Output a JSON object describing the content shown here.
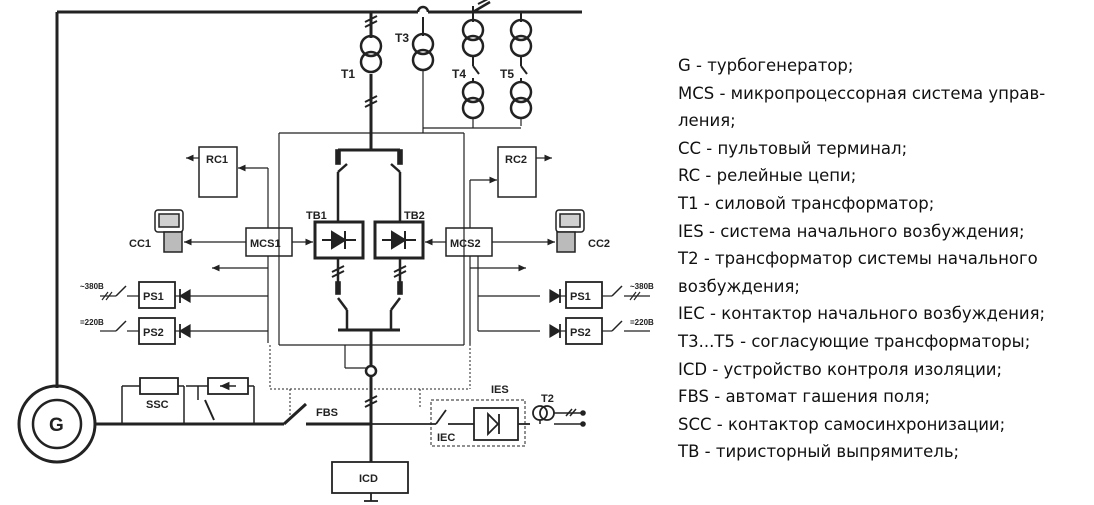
{
  "diagram": {
    "labels": {
      "g": "G",
      "t1": "T1",
      "t2": "T2",
      "t3": "T3",
      "t4": "T4",
      "t5": "T5",
      "rc1": "RC1",
      "rc2": "RC2",
      "cc1": "CC1",
      "cc2": "CC2",
      "mcs1": "MCS1",
      "mcs2": "MCS2",
      "tb1": "TB1",
      "tb2": "TB2",
      "ps1_left": "PS1",
      "ps2_left": "PS2",
      "ps1_right": "PS1",
      "ps2_right": "PS2",
      "v380_left": "~380B",
      "v220_left": "=220B",
      "v380_right": "~380B",
      "v220_right": "=220B",
      "ssc": "SSC",
      "fbs": "FBS",
      "ies": "IES",
      "iec": "IEC",
      "icd": "ICD"
    }
  },
  "legend": [
    "G - турбогенератор;",
    "MCS - микропроцессорная система управ-",
    "ления;",
    "СС - пультовый терминал;",
    "RC - релейные цепи;",
    "Т1 - силовой трансформатор;",
    "IES - система начального возбуждения;",
    "Т2 - трансформатор системы начального",
    "возбуждения;",
    "IEC - контактор начального возбуждения;",
    "Т3...Т5 - согласующие трансформаторы;",
    "ICD - устройство контроля изоляции;",
    "FBS - автомат гашения поля;",
    " SCC - контактор самосинхронизации;",
    "ТВ - тиристорный выпрямитель;"
  ]
}
